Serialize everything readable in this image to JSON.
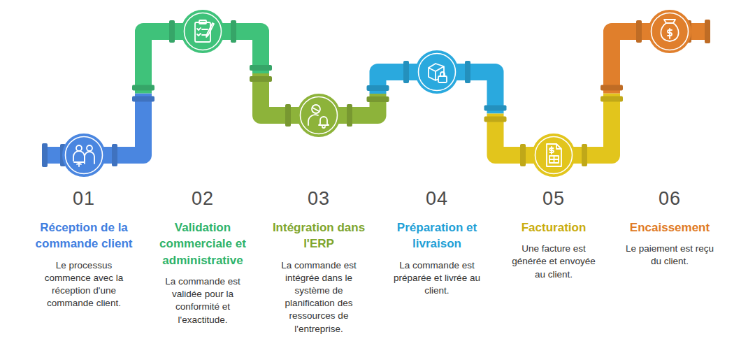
{
  "diagram": {
    "nodes": [
      {
        "text": [
          "01",
          "Réception de la commande client",
          "Le processus commence avec la réception d'une commande client."
        ]
      },
      {
        "text": [
          "02",
          "Validation commerciale et administrative",
          "La commande est validée pour la conformité et l'exactitude."
        ]
      },
      {
        "text": [
          "03",
          "Intégration dans l'ERP",
          "La commande est intégrée dans le système de planification des ressources de l'entreprise."
        ]
      },
      {
        "text": [
          "04",
          "Préparation et livraison",
          "La commande est préparée et livrée au client."
        ]
      },
      {
        "text": [
          "05",
          "Facturation",
          "Une facture est générée et envoyée au client."
        ]
      },
      {
        "text": [
          "06",
          "Encaissement",
          "Le paiement est reçu du client."
        ]
      }
    ],
    "edges": [
      {
        "from": 0,
        "to": 1,
        "arrow": "none"
      },
      {
        "from": 1,
        "to": 2,
        "arrow": "none"
      },
      {
        "from": 2,
        "to": 3,
        "arrow": "none"
      },
      {
        "from": 3,
        "to": 4,
        "arrow": "none"
      },
      {
        "from": 4,
        "to": 5,
        "arrow": "none"
      }
    ]
  }
}
